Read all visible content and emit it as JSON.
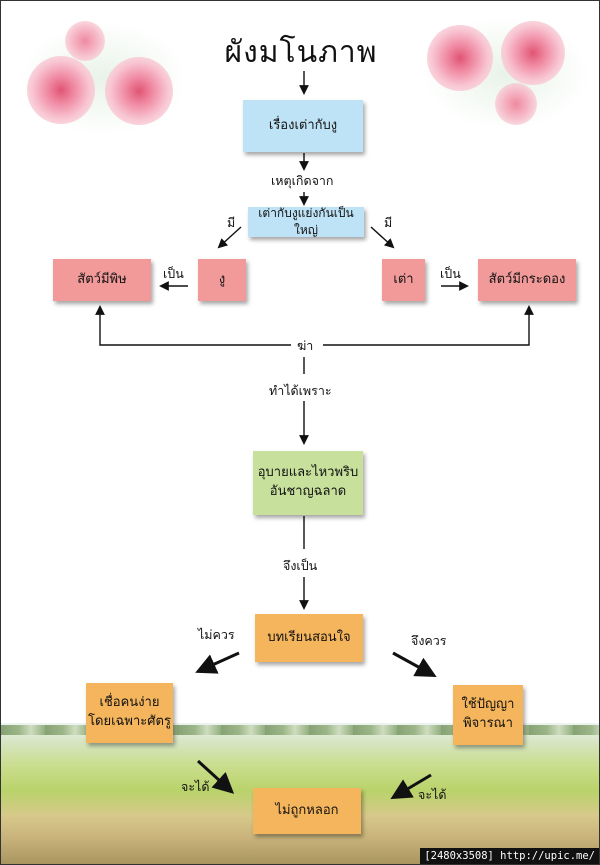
{
  "title": "ผังมโนภาพ",
  "colors": {
    "blue": "#bfe3f6",
    "pink": "#f29a9a",
    "green": "#c7e09c",
    "orange": "#f5b55c",
    "line": "#111111"
  },
  "nodes": {
    "main": "เรื่องเต่ากับงู",
    "cause": "เต่ากับงูแย่งกันเป็นใหญ่",
    "snake": "งู",
    "venomous": "สัตว์มีพิษ",
    "turtle": "เต่า",
    "shelled": "สัตว์มีกระดอง",
    "trick_line1": "อุบายและไหวพริบ",
    "trick_line2": "อันชาญฉลาด",
    "lesson": "บทเรียนสอนใจ",
    "trust_line1": "เชื่อคนง่าย",
    "trust_line2": "โดยเฉพาะศัตรู",
    "wisdom_line1": "ใช้ปัญญา",
    "wisdom_line2": "พิจารณา",
    "not_fooled": "ไม่ถูกหลอก"
  },
  "labels": {
    "because_of": "เหตุเกิดจาก",
    "has_left": "มี",
    "has_right": "มี",
    "is_left": "เป็น",
    "is_right": "เป็น",
    "kill": "ฆ่า",
    "done_because": "ทำได้เพราะ",
    "thus_is": "จึงเป็น",
    "should_not": "ไม่ควร",
    "should": "จึงควร",
    "will_left": "จะได้",
    "will_right": "จะได้"
  },
  "watermark": "[2480x3508] http://upic.me/"
}
